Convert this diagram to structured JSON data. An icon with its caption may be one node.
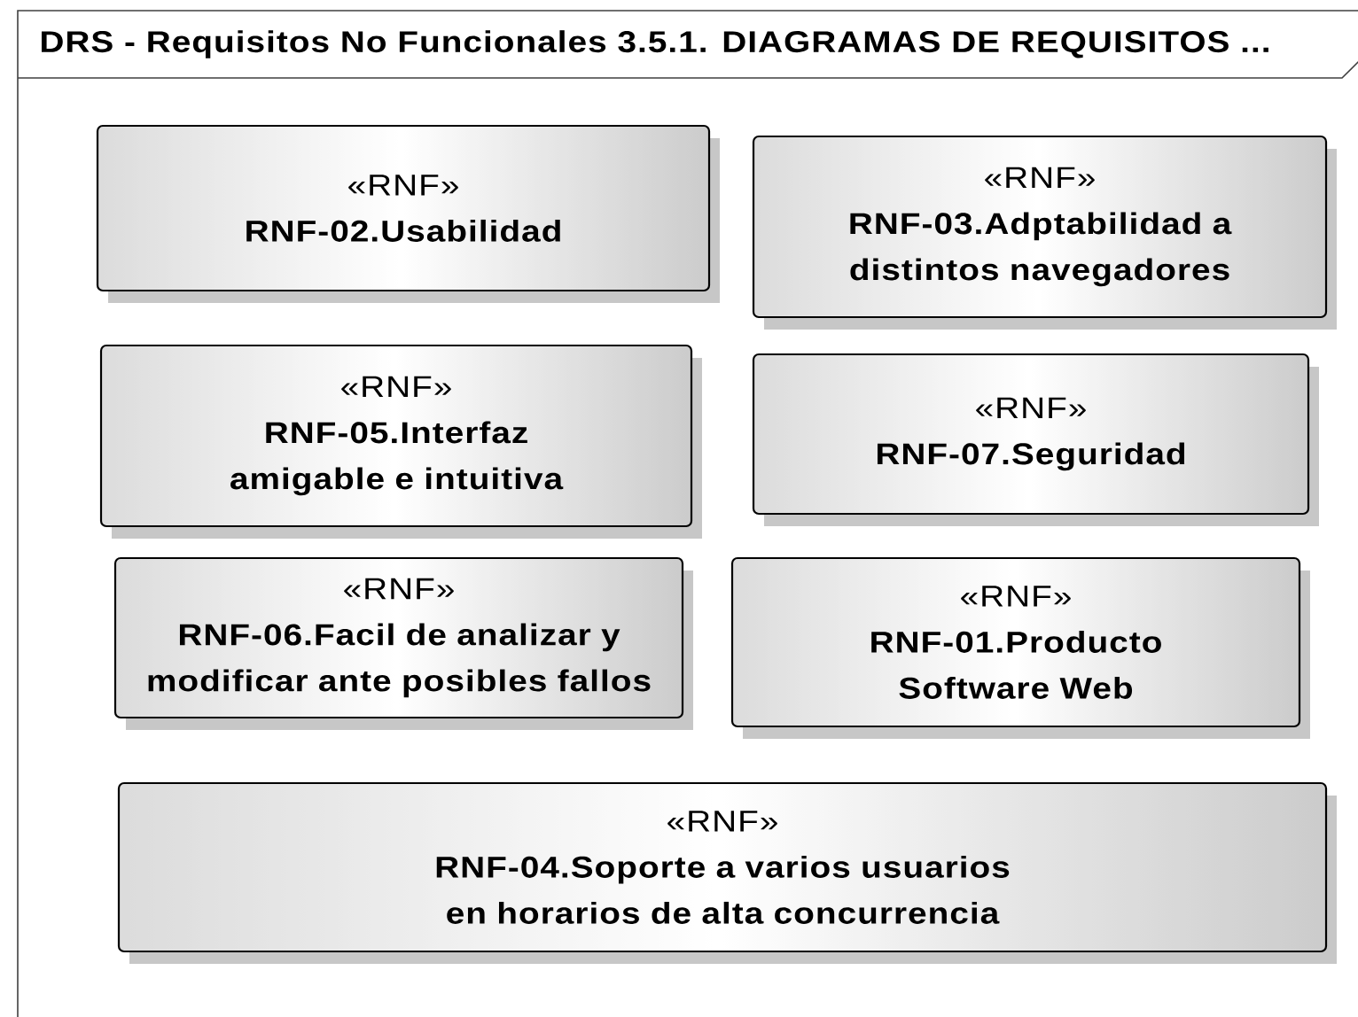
{
  "diagram": {
    "nodes": [
      {
        "text": [
          "DRS - Requisitos No Funcionales 3.5.1. DIAGRAMAS DE REQUISITOS ..."
        ]
      },
      {
        "text": [
          "«RNF»",
          "RNF-02.Usabilidad"
        ],
        "in": 0
      },
      {
        "text": [
          "«RNF»",
          "RNF-03.Adptabilidad a distintos navegadores"
        ],
        "in": 0
      },
      {
        "text": [
          "«RNF»",
          "RNF-05.Interfaz amigable e intuitiva"
        ],
        "in": 0
      },
      {
        "text": [
          "«RNF»",
          "RNF-07.Seguridad"
        ],
        "in": 0
      },
      {
        "text": [
          "«RNF»",
          "RNF-06.Facil de analizar y modificar ante posibles fallos"
        ],
        "in": 0
      },
      {
        "text": [
          "«RNF»",
          "RNF-01.Producto Software Web"
        ],
        "in": 0
      },
      {
        "text": [
          "«RNF»",
          "RNF-04.Soporte a varios usuarios en horarios de alta concurrencia"
        ],
        "in": 0
      }
    ]
  }
}
